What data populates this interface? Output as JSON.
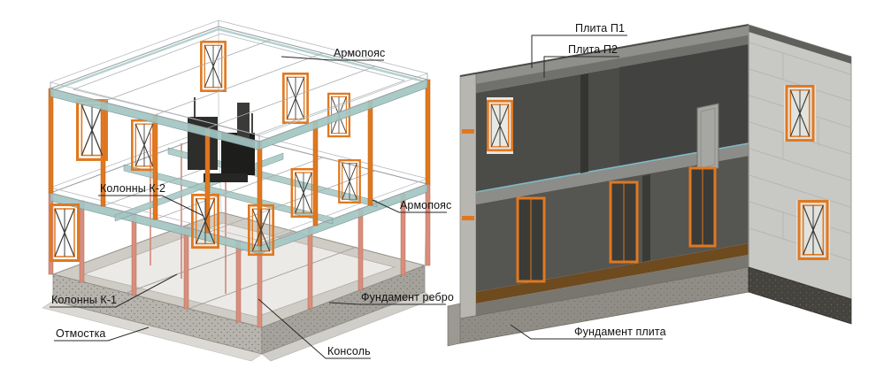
{
  "colors": {
    "accent_orange": "#e07820",
    "beam_teal": "#a3c6c2",
    "column_pink": "#d98e7c",
    "concrete_light": "#c8c8c4",
    "interior_dark": "#4b4b47",
    "floor_brown": "#6e4a1f",
    "leader_line": "#2a2a2a"
  },
  "left_figure": {
    "labels": [
      {
        "id": "armopoyas-top",
        "text": "Армопояс"
      },
      {
        "id": "kolonny-k2",
        "text": "Колонны К-2"
      },
      {
        "id": "armopoyas-mid",
        "text": "Армопояс"
      },
      {
        "id": "fundament-rebro",
        "text": "Фундамент ребро"
      },
      {
        "id": "kolonny-k1",
        "text": "Колонны К-1"
      },
      {
        "id": "otmostka",
        "text": "Отмостка"
      },
      {
        "id": "konsol",
        "text": "Консоль"
      }
    ]
  },
  "right_figure": {
    "labels": [
      {
        "id": "plita-p1",
        "text": "Плита П1"
      },
      {
        "id": "plita-p2",
        "text": "Плита П2"
      },
      {
        "id": "fundament-plita",
        "text": "Фундамент плита"
      }
    ]
  }
}
